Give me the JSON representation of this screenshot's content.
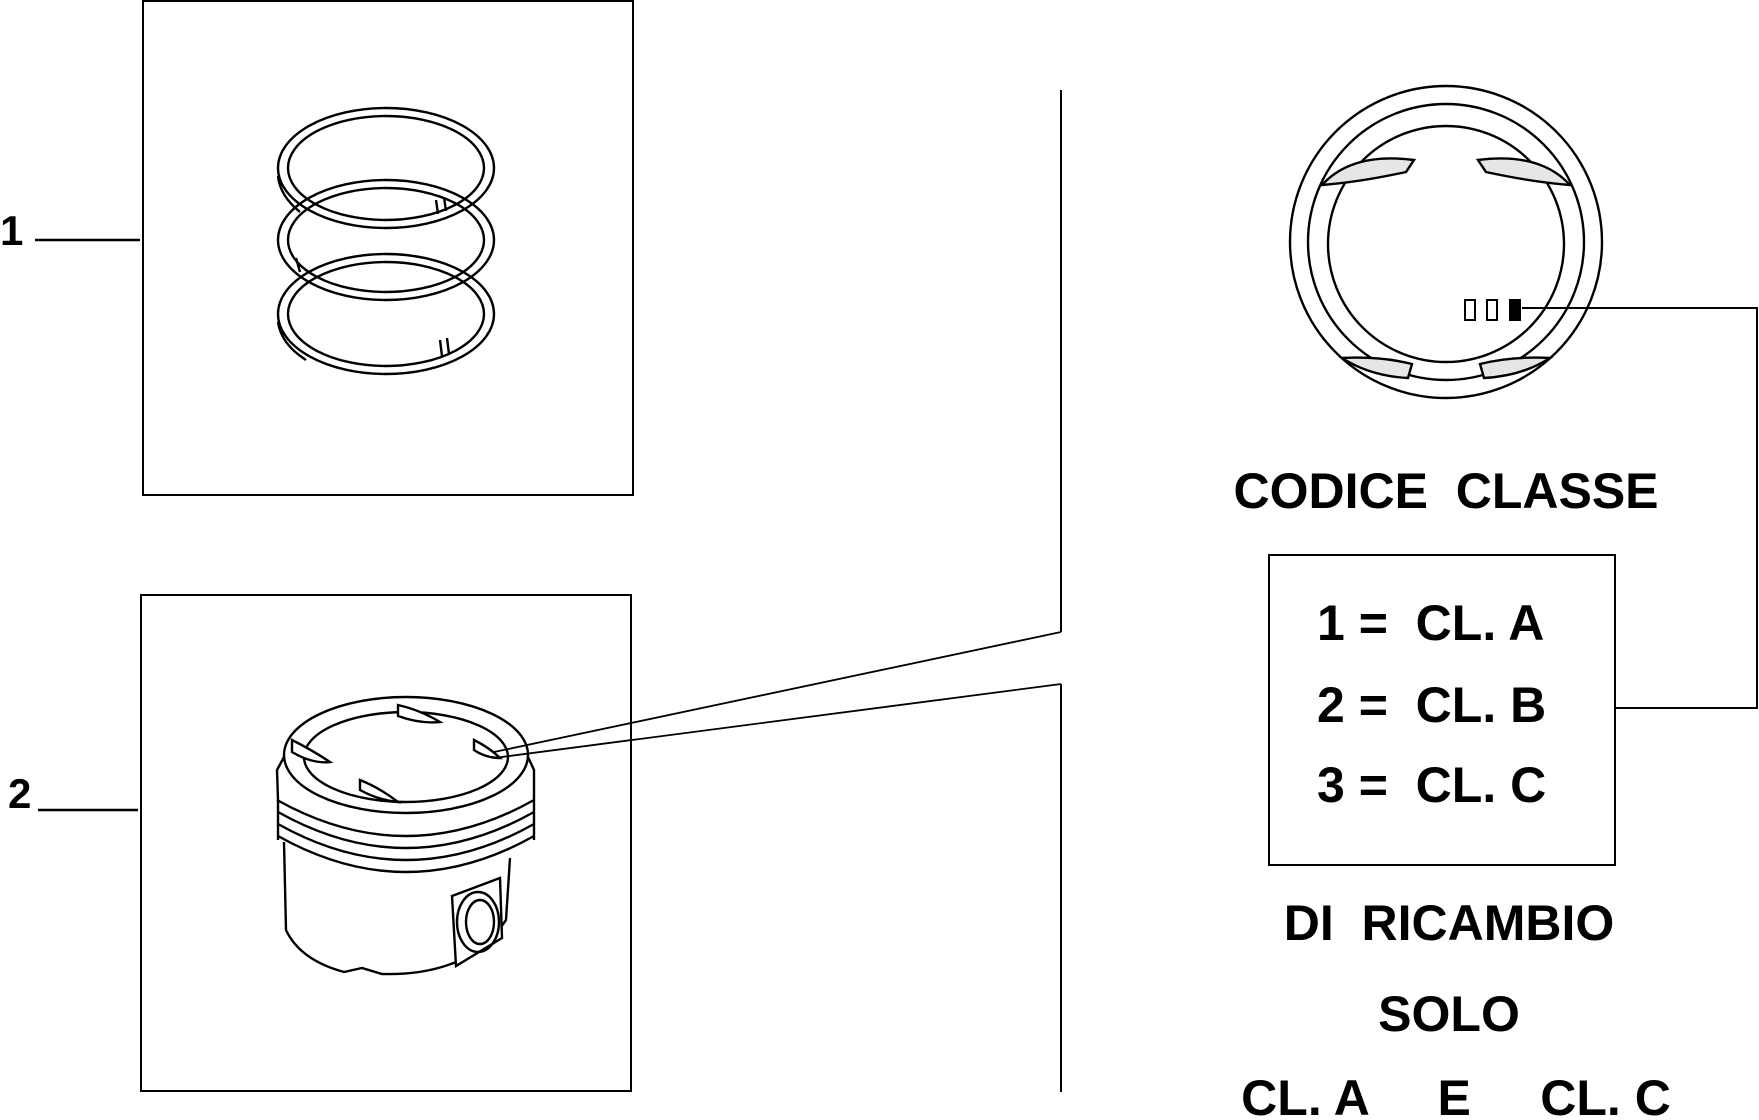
{
  "callouts": {
    "ref_1": "1",
    "ref_2": "2"
  },
  "class_code": {
    "title": "CODICE  CLASSE",
    "rows": [
      "1 =  CL. A",
      "2 =  CL. B",
      "3 =  CL. C"
    ]
  },
  "spare_note": {
    "line1": "DI  RICAMBIO",
    "line2": "SOLO",
    "line3": "CL. A     E     CL. C"
  },
  "colors": {
    "ink": "#000000",
    "paper": "#ffffff",
    "highlight": "#e6e6e6"
  }
}
